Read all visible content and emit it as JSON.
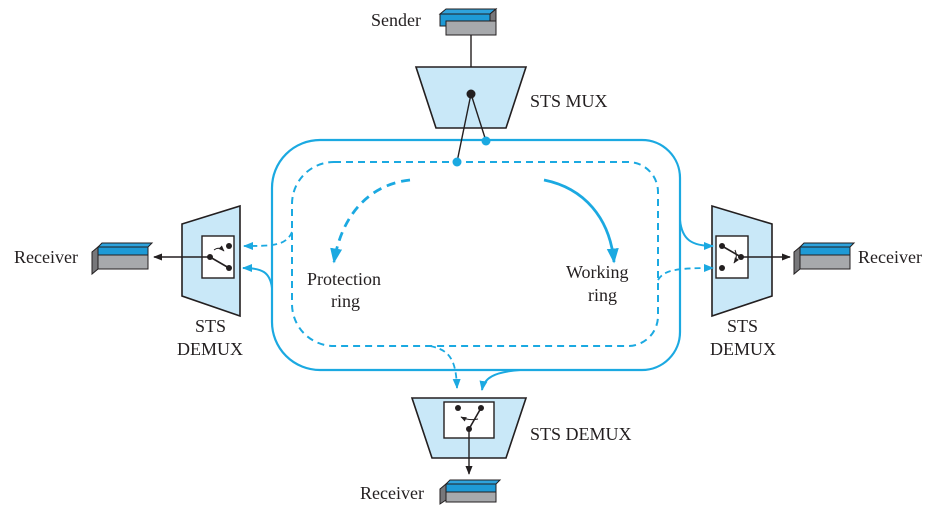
{
  "labels": {
    "sender": "Sender",
    "sts_mux": "STS MUX",
    "receiver_left": "Receiver",
    "receiver_right": "Receiver",
    "receiver_bottom": "Receiver",
    "sts_left_line1": "STS",
    "sts_left_line2": "DEMUX",
    "sts_right_line1": "STS",
    "sts_right_line2": "DEMUX",
    "sts_bottom": "STS DEMUX",
    "protection_line1": "Protection",
    "protection_line2": "ring",
    "working_line1": "Working",
    "working_line2": "ring"
  },
  "colors": {
    "ring": "#1ba9e1",
    "mux_fill": "#c9e8f8",
    "device_top": "#1e9ad6",
    "device_body": "#a7a9ac",
    "ink": "#231f20"
  }
}
